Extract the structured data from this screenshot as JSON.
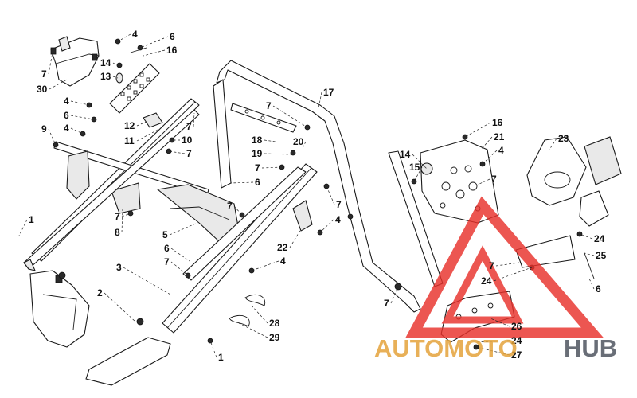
{
  "callouts": [
    {
      "label": "4"
    },
    {
      "label": "6"
    },
    {
      "label": "16"
    },
    {
      "label": "7"
    },
    {
      "label": "30"
    },
    {
      "label": "14"
    },
    {
      "label": "13"
    },
    {
      "label": "4"
    },
    {
      "label": "6"
    },
    {
      "label": "4"
    },
    {
      "label": "12"
    },
    {
      "label": "11"
    },
    {
      "label": "9"
    },
    {
      "label": "7"
    },
    {
      "label": "10"
    },
    {
      "label": "7"
    },
    {
      "label": "7"
    },
    {
      "label": "8"
    },
    {
      "label": "1"
    },
    {
      "label": "3"
    },
    {
      "label": "2"
    },
    {
      "label": "5"
    },
    {
      "label": "6"
    },
    {
      "label": "7"
    },
    {
      "label": "17"
    },
    {
      "label": "7"
    },
    {
      "label": "18"
    },
    {
      "label": "19"
    },
    {
      "label": "20"
    },
    {
      "label": "7"
    },
    {
      "label": "6"
    },
    {
      "label": "7"
    },
    {
      "label": "7"
    },
    {
      "label": "4"
    },
    {
      "label": "22"
    },
    {
      "label": "4"
    },
    {
      "label": "28"
    },
    {
      "label": "29"
    },
    {
      "label": "1"
    },
    {
      "label": "16"
    },
    {
      "label": "21"
    },
    {
      "label": "4"
    },
    {
      "label": "14"
    },
    {
      "label": "15"
    },
    {
      "label": "7"
    },
    {
      "label": "23"
    },
    {
      "label": "24"
    },
    {
      "label": "25"
    },
    {
      "label": "7"
    },
    {
      "label": "24"
    },
    {
      "label": "6"
    },
    {
      "label": "7"
    },
    {
      "label": "26"
    },
    {
      "label": "24"
    },
    {
      "label": "27"
    }
  ],
  "watermark": {
    "part_a": "AUTOMOTO",
    "part_b": "HUB",
    "colors": {
      "triangle": "#e8312b",
      "automoto": "#e4a33c",
      "hub": "#505560"
    }
  }
}
